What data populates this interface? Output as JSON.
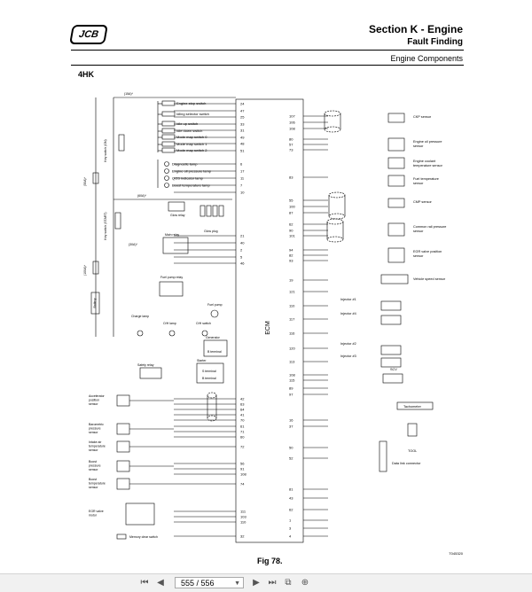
{
  "header": {
    "logo_text": "JCB",
    "section_title": "Section K - Engine",
    "section_subtitle": "Fault Finding",
    "category": "Engine Components"
  },
  "model": "4HK",
  "figure_caption": "Fig 78.",
  "diagram_ref": "T045320",
  "ecm_label": "ECM",
  "left_switch_labels": [
    "Engine stop switch",
    "Idling selector switch",
    "Idle up switch",
    "Idle down switch",
    "Mode map switch 0",
    "Mode map switch 1",
    "Mode map switch 2"
  ],
  "left_lamp_labels": [
    "Diagnostic lamp",
    "Engine oil pressure lamp",
    "QOS indicator lamp",
    "Boost temperature lamp"
  ],
  "ecm_left_pins": [
    "24",
    "47",
    "25",
    "33",
    "31",
    "49",
    "48",
    "51",
    "6",
    "17",
    "11",
    "7",
    "10",
    "21",
    "40",
    "2",
    "5",
    "46",
    "42",
    "63",
    "64",
    "41",
    "70",
    "61",
    "71",
    "60",
    "72",
    "56",
    "91",
    "108",
    "74",
    "111",
    "103",
    "110",
    "32"
  ],
  "ecm_right_pins": [
    "107",
    "106",
    "108",
    "80",
    "57",
    "73",
    "83",
    "55",
    "100",
    "87",
    "62",
    "90",
    "101",
    "94",
    "82",
    "93",
    "19",
    "121",
    "110",
    "117",
    "116",
    "120",
    "113",
    "108",
    "115",
    "89",
    "97",
    "16",
    "37",
    "50",
    "52",
    "81",
    "43",
    "62",
    "1",
    "3",
    "4"
  ],
  "right_labels": {
    "ckp": "CKP sensor",
    "oil": "Engine oil pressure sensor",
    "coolant": "Engine coolant temperature sensor",
    "fuel_temp": "Fuel temperature sensor",
    "cmp": "CMP sensor",
    "common_rail": "Common rail pressure sensor",
    "egr_pos": "EGR valve position sensor",
    "vehicle_speed": "Vehicle speed sensor",
    "inj1": "Injector #1",
    "inj4": "Injector #4",
    "inj2": "Injector #2",
    "inj3": "Injector #3",
    "scv": "SCV",
    "tacho": "Tachometer",
    "tool": "TOOL",
    "dlc": "Data link connector"
  },
  "left_labels": {
    "fuse15": "(15A)*",
    "key_switch_on": "Key switch (ON)",
    "fuse50": "(50A)*",
    "fuse60": "(60A)*",
    "key_switch_start": "Key switch (START)",
    "fuse30": "(30A)*",
    "fuse100": "(100A)*",
    "battery": "Battery",
    "glow_relay": "Glow relay",
    "glow_plug": "Glow plug",
    "main_relay": "Main relay",
    "fuel_pump_relay": "Fuel pump relay",
    "fuel_pump": "Fuel pump",
    "charge_lamp": "Charge lamp",
    "oh_lamp1": "O/H lamp",
    "oh_lamp2": "O/H switch",
    "generator": "Generator",
    "b_terminal": "B terminal",
    "starter": "Starter",
    "s_terminal": "S terminal",
    "b_terminal2": "B terminal",
    "safety_relay": "Safety relay",
    "accel": "Accelerator position sensor",
    "baro": "Barometric pressure sensor",
    "intake": "Intake air temperature sensor",
    "boost_p": "Boost pressure sensor",
    "boost_t": "Boost temperature sensor",
    "egr_motor": "EGR valve motor",
    "memory": "Memory clear switch"
  },
  "toolbar": {
    "page_indicator": "555 / 556"
  }
}
